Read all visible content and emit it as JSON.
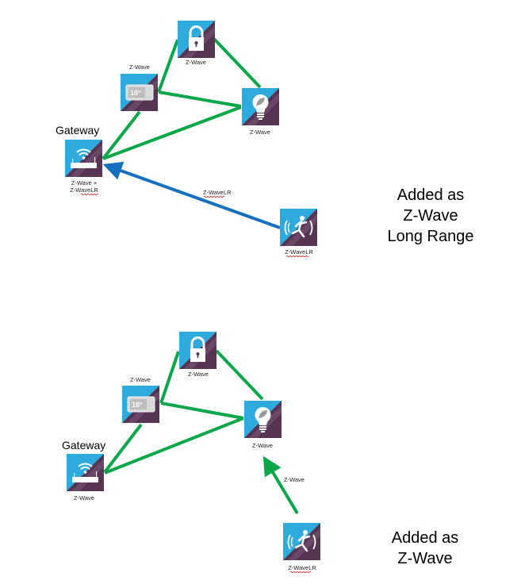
{
  "colors": {
    "mesh_link": "#0aa64a",
    "long_range_link": "#1670bd",
    "icon_blue": "#2eaadc",
    "icon_purple": "#563553"
  },
  "top": {
    "gateway_title": "Gateway",
    "gateway_label_1": "Z-Wave +",
    "gateway_label_2": "Z-WaveLR",
    "lock_label": "Z-Wave",
    "thermostat_label": "Z-Wave",
    "thermostat_reading": "18°",
    "bulb_label": "Z-Wave",
    "motion_label": "Z-WaveLR",
    "link_label": "Z-WaveLR",
    "caption": [
      "Added as",
      "Z-Wave",
      "Long Range"
    ]
  },
  "bottom": {
    "gateway_title": "Gateway",
    "gateway_label": "Z-Wave",
    "lock_label": "Z-Wave",
    "thermostat_label": "Z-Wave",
    "thermostat_reading": "18°",
    "bulb_label": "Z-Wave",
    "motion_label": "Z-WaveLR",
    "link_label": "Z-Wave",
    "caption": [
      "Added as",
      "Z-Wave"
    ]
  }
}
